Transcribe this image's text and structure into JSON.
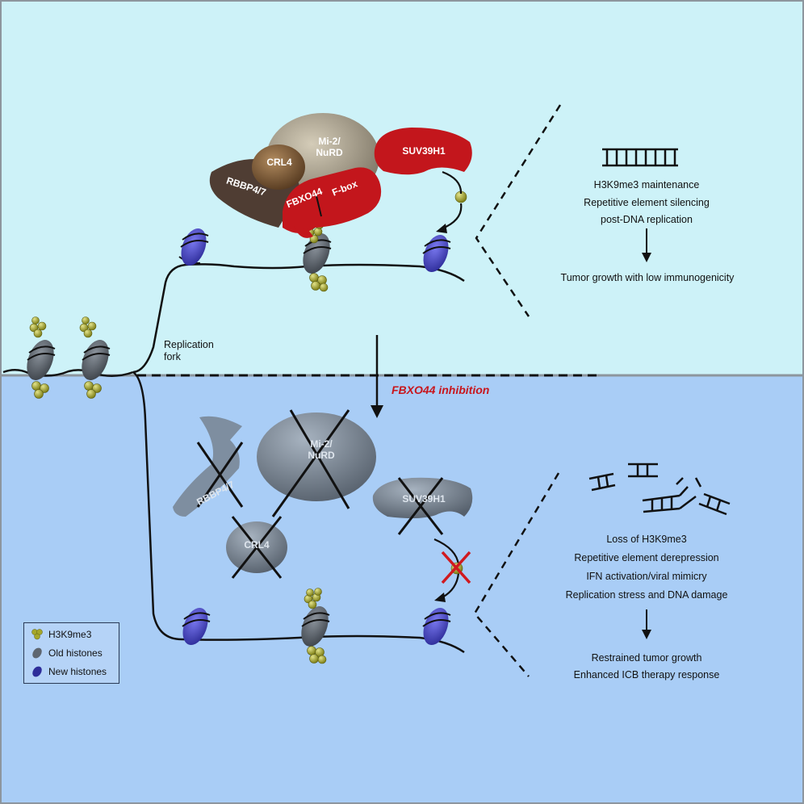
{
  "colors": {
    "top_panel": "#cdf2f8",
    "bottom_panel": "#a9cdf6",
    "inhibition_text": "#c8161d",
    "new_histone": "#4a49c8",
    "old_histone": "#5e6670",
    "h3k9me3": "#a5a72a",
    "fbxo44": "#c3161c",
    "crl4": "#7b5a3a",
    "nurd": "#9d9584",
    "rbbp": "#4f3d33",
    "degraded": "#7e8ea0"
  },
  "fork": {
    "label_line1": "Replication",
    "label_line2": "fork"
  },
  "complex_labels": {
    "nurd": "Mi-2/\nNuRD",
    "nurd_line1": "Mi-2/",
    "nurd_line2": "NuRD",
    "crl4": "CRL4",
    "rbbp": "RBBP4/7",
    "fbxo44": "FBXO44",
    "fbox": "F-box",
    "suv39h1": "SUV39H1"
  },
  "degraded_labels": {
    "nurd_line1": "Mi-2/",
    "nurd_line2": "NuRD",
    "crl4": "CRL4",
    "rbbp": "RBBP4/7",
    "suv39h1": "SUV39H1"
  },
  "transition": {
    "label": "FBXO44 inhibition"
  },
  "top_outcomes": {
    "line1": "H3K9me3 maintenance",
    "line2": "Repetitive element silencing",
    "line3": "post-DNA replication",
    "result": "Tumor growth with low immunogenicity"
  },
  "bottom_outcomes": {
    "line1": "Loss of H3K9me3",
    "line2": "Repetitive element derepression",
    "line3": "IFN activation/viral mimicry",
    "line4": "Replication stress and DNA damage",
    "result1": "Restrained tumor growth",
    "result2": "Enhanced ICB therapy response"
  },
  "legend": {
    "h3k9me3": "H3K9me3",
    "old": "Old histones",
    "new": "New histones"
  }
}
